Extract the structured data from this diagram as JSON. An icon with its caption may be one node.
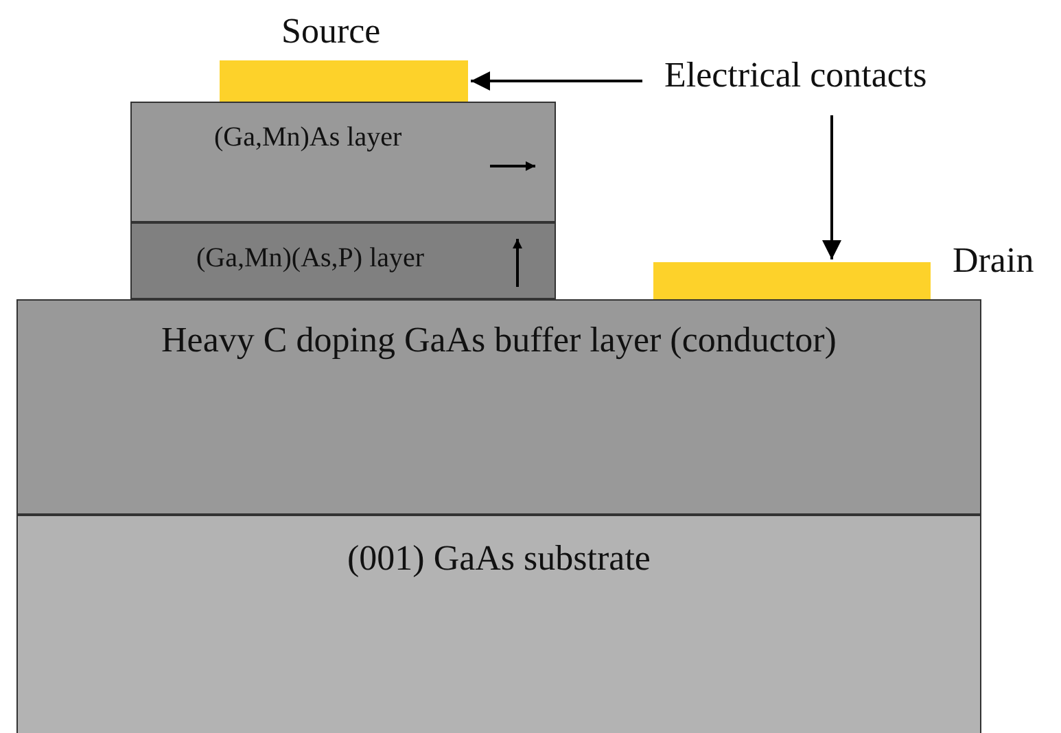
{
  "diagram": {
    "nodes": [
      {
        "text": [],
        "shape": "bar",
        "beside": [
          "Source"
        ]
      },
      {
        "text": [
          "Electrical contacts"
        ]
      },
      {
        "text": [
          "(Ga,Mn)As layer"
        ]
      },
      {
        "text": [
          "(Ga,Mn)(As,P) layer"
        ]
      },
      {
        "text": [],
        "shape": "bar",
        "beside": [
          "Drain"
        ]
      },
      {
        "text": [
          "Heavy C doping GaAs buffer layer (conductor)"
        ]
      },
      {
        "text": [
          "(001) GaAs substrate"
        ]
      }
    ],
    "edges": [
      {
        "from": 1,
        "to": 0,
        "arrow": "to"
      },
      {
        "from": 1,
        "to": 4,
        "arrow": "to"
      }
    ]
  }
}
